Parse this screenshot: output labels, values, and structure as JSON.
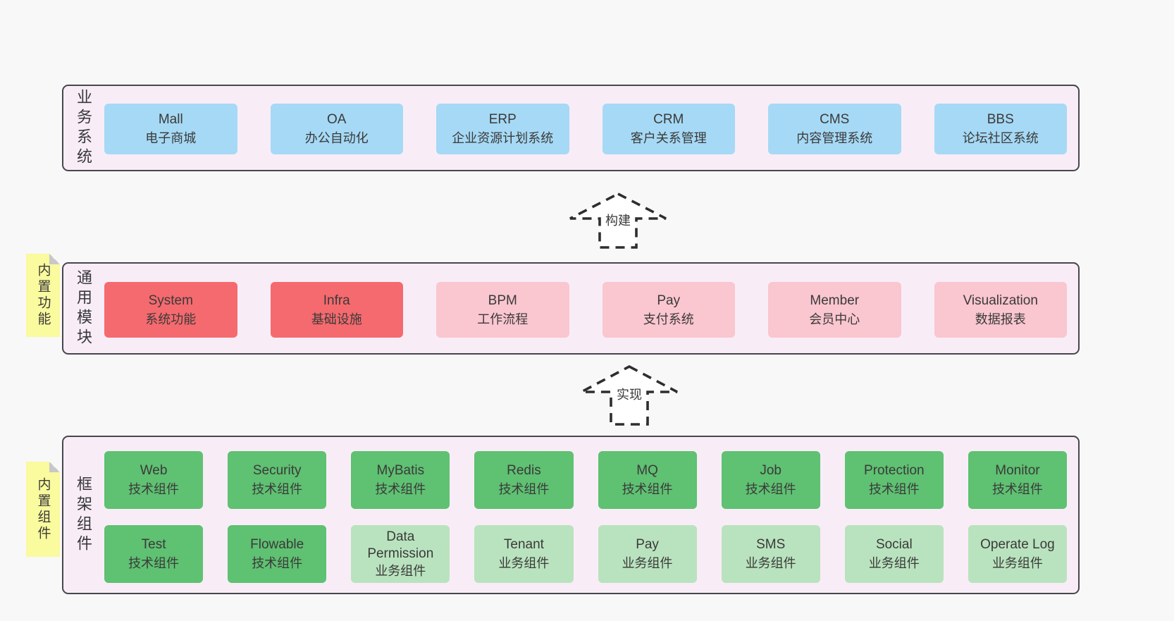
{
  "palette": {
    "page_bg": "#f8f8f8",
    "band_bg": "#f8edf7",
    "band_border": "#47474c",
    "blue_box": "#a6d9f5",
    "red_box": "#f56a6e",
    "pink_box": "#fac6cf",
    "green_box": "#5fc172",
    "light_green_box": "#b9e3be",
    "sticky_yellow": "#fafa9e",
    "sticky_fold_gray": "#c8c8c8",
    "arrow_stroke": "#2e2e2e",
    "text": "#3a3a3a"
  },
  "arrows": [
    {
      "label": "构建"
    },
    {
      "label": "实现"
    }
  ],
  "bands": [
    {
      "label": "业务系统",
      "rows": [
        [
          {
            "title": "Mall",
            "subtitle": "电子商城"
          },
          {
            "title": "OA",
            "subtitle": "办公自动化"
          },
          {
            "title": "ERP",
            "subtitle": "企业资源计划系统"
          },
          {
            "title": "CRM",
            "subtitle": "客户关系管理"
          },
          {
            "title": "CMS",
            "subtitle": "内容管理系统"
          },
          {
            "title": "BBS",
            "subtitle": "论坛社区系统"
          }
        ]
      ]
    },
    {
      "label": "通用模块",
      "sticky": "内置功能",
      "rows": [
        [
          {
            "title": "System",
            "subtitle": "系统功能"
          },
          {
            "title": "Infra",
            "subtitle": "基础设施"
          },
          {
            "title": "BPM",
            "subtitle": "工作流程"
          },
          {
            "title": "Pay",
            "subtitle": "支付系统"
          },
          {
            "title": "Member",
            "subtitle": "会员中心"
          },
          {
            "title": "Visualization",
            "subtitle": "数据报表"
          }
        ]
      ]
    },
    {
      "label": "框架组件",
      "sticky": "内置组件",
      "rows": [
        [
          {
            "title": "Web",
            "subtitle": "技术组件"
          },
          {
            "title": "Security",
            "subtitle": "技术组件"
          },
          {
            "title": "MyBatis",
            "subtitle": "技术组件"
          },
          {
            "title": "Redis",
            "subtitle": "技术组件"
          },
          {
            "title": "MQ",
            "subtitle": "技术组件"
          },
          {
            "title": "Job",
            "subtitle": "技术组件"
          },
          {
            "title": "Protection",
            "subtitle": "技术组件"
          },
          {
            "title": "Monitor",
            "subtitle": "技术组件"
          }
        ],
        [
          {
            "title": "Test",
            "subtitle": "技术组件"
          },
          {
            "title": "Flowable",
            "subtitle": "技术组件"
          },
          {
            "title": "Data Permission",
            "subtitle": "业务组件"
          },
          {
            "title": "Tenant",
            "subtitle": "业务组件"
          },
          {
            "title": "Pay",
            "subtitle": "业务组件"
          },
          {
            "title": "SMS",
            "subtitle": "业务组件"
          },
          {
            "title": "Social",
            "subtitle": "业务组件"
          },
          {
            "title": "Operate Log",
            "subtitle": "业务组件"
          }
        ]
      ]
    }
  ]
}
